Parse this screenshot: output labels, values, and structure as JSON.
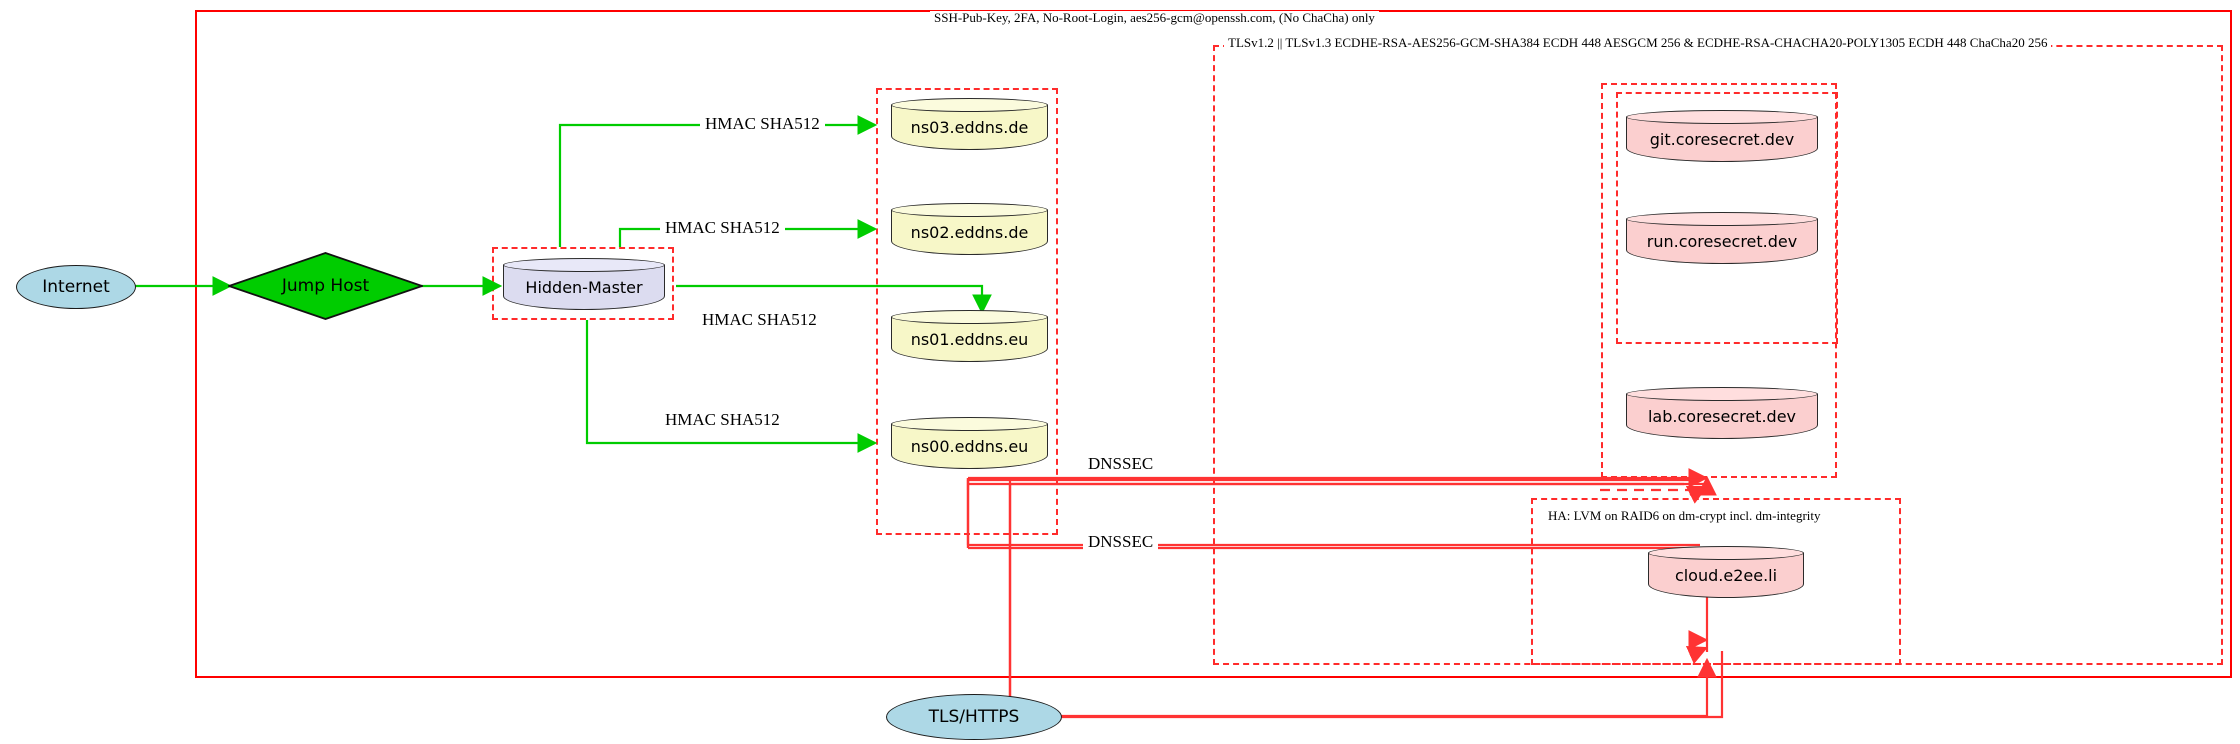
{
  "diagram": {
    "title": "Infrastructure security diagram",
    "colors": {
      "boundary_red": "#ff0000",
      "dashed_red": "#ff2b2b",
      "flow_green": "#00cc00",
      "dnssec_red": "#ff3333",
      "dns_node_fill": "#f7f7c8",
      "service_node_fill": "#fbcfcf",
      "master_node_fill": "#dcdcf0",
      "endpoint_fill": "#add8e6",
      "jumphost_fill": "#00cc00"
    }
  },
  "clusters": {
    "ssh_boundary": {
      "label": "SSH-Pub-Key, 2FA, No-Root-Login, aes256-gcm@openssh.com, (No ChaCha) only"
    },
    "tls_boundary": {
      "label": "TLSv1.2 || TLSv1.3 ECDHE-RSA-AES256-GCM-SHA384 ECDH 448 AESGCM 256 & ECDHE-RSA-CHACHA20-POLY1305 ECDH 448 ChaCha20 256"
    },
    "ha_boundary": {
      "label": "HA: LVM on RAID6 on dm-crypt incl. dm-integrity"
    },
    "hidden_master_boundary": {
      "label": ""
    },
    "dns_boundary": {
      "label": ""
    },
    "services_boundary": {
      "label": ""
    },
    "services_inner_boundary": {
      "label": ""
    }
  },
  "nodes": {
    "internet": {
      "label": "Internet",
      "shape": "ellipse"
    },
    "jump_host": {
      "label": "Jump Host",
      "shape": "diamond"
    },
    "hidden_master": {
      "label": "Hidden-Master",
      "shape": "cylinder"
    },
    "tls_https": {
      "label": "TLS/HTTPS",
      "shape": "ellipse"
    },
    "dns": [
      {
        "label": "ns03.eddns.de",
        "shape": "cylinder"
      },
      {
        "label": "ns02.eddns.de",
        "shape": "cylinder"
      },
      {
        "label": "ns01.eddns.eu",
        "shape": "cylinder"
      },
      {
        "label": "ns00.eddns.eu",
        "shape": "cylinder"
      }
    ],
    "services": [
      {
        "label": "git.coresecret.dev",
        "shape": "cylinder"
      },
      {
        "label": "run.coresecret.dev",
        "shape": "cylinder"
      },
      {
        "label": "lab.coresecret.dev",
        "shape": "cylinder"
      },
      {
        "label": "cloud.e2ee.li",
        "shape": "cylinder"
      }
    ]
  },
  "edges": {
    "hmac": [
      {
        "label": "HMAC SHA512",
        "from": "hidden_master",
        "to": "ns03.eddns.de"
      },
      {
        "label": "HMAC SHA512",
        "from": "hidden_master",
        "to": "ns02.eddns.de"
      },
      {
        "label": "HMAC SHA512",
        "from": "hidden_master",
        "to": "ns01.eddns.eu"
      },
      {
        "label": "HMAC SHA512",
        "from": "hidden_master",
        "to": "ns00.eddns.eu"
      }
    ],
    "dnssec": [
      {
        "label": "DNSSEC"
      },
      {
        "label": "DNSSEC"
      }
    ]
  }
}
